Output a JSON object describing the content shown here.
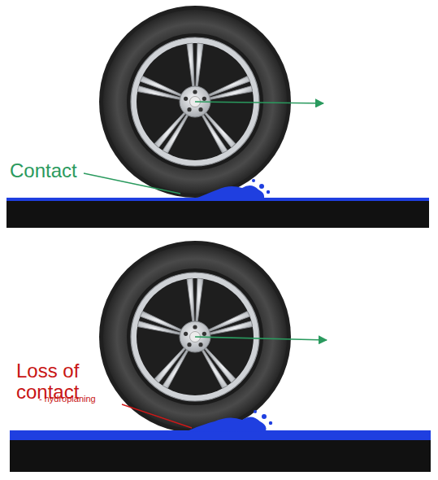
{
  "diagram": {
    "labels": [
      "Contact",
      "Loss of contact",
      "- hydroplaning"
    ]
  }
}
